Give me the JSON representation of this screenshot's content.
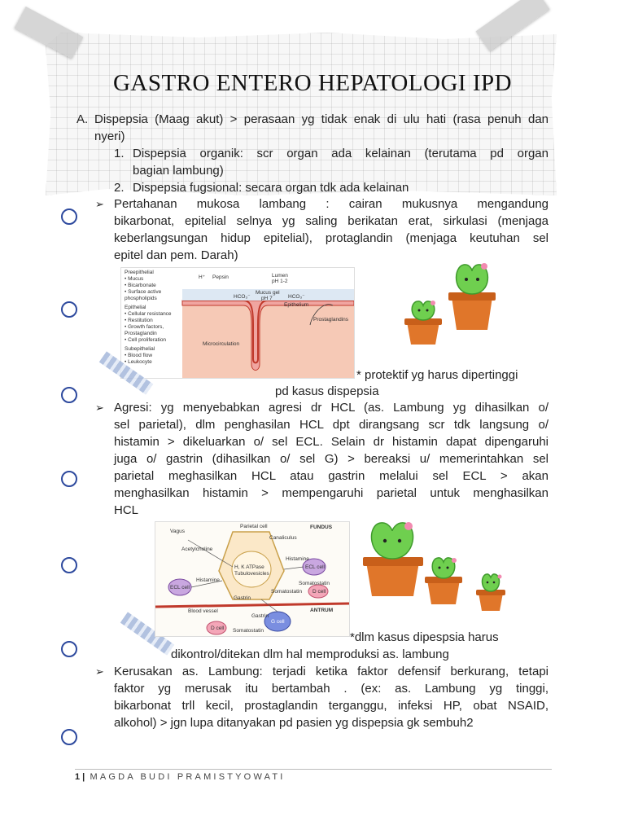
{
  "title": "GASTRO ENTERO HEPATOLOGI IPD",
  "section_a": {
    "marker": "A.",
    "line1": "Dispepsia (Maag akut) > perasaan yg tidak enak di ulu hati (rasa penuh dan",
    "line2": "nyeri)",
    "items": [
      {
        "num": "1.",
        "line1": "Dispepsia organik: scr organ ada kelainan (terutama pd organ",
        "line2": "bagian lambung)"
      },
      {
        "num": "2.",
        "line1": "Dispepsia fugsional: secara organ tdk ada kelainan"
      }
    ]
  },
  "bullet_pertahanan": {
    "arrow": "➢",
    "lines": [
      "Pertahanan mukosa lambang : cairan mukusnya mengandung",
      "bikarbonat, epitelial selnya yg saling berikatan erat, sirkulasi (menjaga",
      "keberlangsungan hidup epitelial), protaglandin (menjaga keutuhan sel",
      "epitel dan pem. Darah)"
    ]
  },
  "figure1": {
    "labels_left": [
      "Preepithelial",
      "• Mucus",
      "• Bicarbonate",
      "• Surface active",
      "  phospholipids",
      "Epithelial",
      "• Cellular resistance",
      "• Restitution",
      "• Growth factors,",
      "  Prostaglandin",
      "• Cell proliferation",
      "Subepithelial",
      "• Blood flow",
      "• Leukocyte"
    ],
    "h": "H⁺",
    "pepsin": "Pepsin",
    "lumen": "Lumen",
    "ph12": "pH 1-2",
    "mucus_gel": "Mucus gel",
    "ph7": "pH 7",
    "hco3a": "HCO₃⁻",
    "hco3b": "HCO₃⁻",
    "epithelium": "Epithelium",
    "prostaglandins": "Prostaglandins",
    "microcirculation": "Microcirculation"
  },
  "caption1": {
    "line1": "* protektif yg harus dipertinggi",
    "line2": "pd kasus dispepsia"
  },
  "bullet_agresi": {
    "arrow": "➢",
    "lines": [
      "Agresi: yg menyebabkan agresi dr HCL (as. Lambung yg dihasilkan o/",
      "sel parietal), dlm penghasilan HCL dpt dirangsang scr tdk langsung o/",
      "histamin > dikeluarkan o/ sel ECL. Selain dr histamin dapat dipengaruhi",
      "juga o/ gastrin (dihasilkan o/ sel G) > bereaksi u/ memerintahkan sel",
      "parietal meghasilkan HCL atau gastrin melalui sel ECL > akan",
      "menghasilkan histamin > mempengaruhi parietal untuk menghasilkan",
      "HCL"
    ]
  },
  "figure2": {
    "parietal_cell": "Parietal cell",
    "fundus": "FUNDUS",
    "vagus": "Vagus",
    "canaliculus": "Canaliculus",
    "acetylcholine": "Acetylcholine",
    "hkatpase": "H, K ATPase",
    "tubulovesicles": "Tubulovesicles",
    "histamine1": "Histamine",
    "ecl1": "ECL cell",
    "histamine2": "Histamine",
    "ecl2": "ECL cell",
    "somatostatin1": "Somatostatin",
    "somatostatin2": "Somatostatin",
    "dcell1": "D cell",
    "gastrin1": "Gastrin",
    "blood_vessel": "Blood vessel",
    "antrum": "ANTRUM",
    "gastrin2": "Gastrin",
    "gcell": "G cell",
    "dcell2": "D cell",
    "somatostatin3": "Somatostatin"
  },
  "caption2": {
    "line1": "*dlm kasus dipespsia harus",
    "line2": "dikontrol/ditekan  dlm hal memproduksi as. lambung"
  },
  "bullet_kerusakan": {
    "arrow": "➢",
    "lines": [
      "Kerusakan as. Lambung: terjadi ketika faktor defensif berkurang, tetapi",
      "faktor yg merusak itu bertambah . (ex: as. Lambung yg tinggi,",
      "bikarbonat trll kecil, prostaglandin terganggu, infeksi HP, obat NSAID,",
      "alkohol) > jgn lupa ditanyakan pd pasien yg dispepsia gk sembuh2"
    ]
  },
  "footer": {
    "page": "1",
    "sep": " |",
    "author": "MAGDA BUDI PRAMISTYOWATI"
  },
  "colors": {
    "ring": "#2e4a9e",
    "cactus": "#6fcf4f",
    "pot": "#e0762a"
  }
}
